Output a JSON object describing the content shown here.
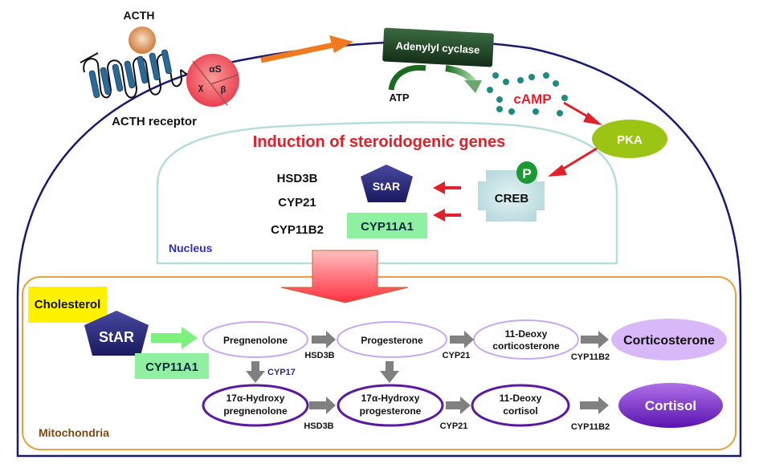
{
  "diagram": {
    "title": "ACTH signaling and adrenal steroidogenesis",
    "cell": {
      "ligand_label": "ACTH",
      "receptor_label": "ACTH receptor",
      "g_protein_subunits": [
        "αS",
        "β",
        "χ"
      ],
      "adenylyl_cyclase_label": "Adenylyl cyclase",
      "atp_label": "ATP",
      "camp_label": "cAMP",
      "pka_label": "PKA",
      "phospho_label": "P",
      "creb_label": "CREB"
    },
    "nucleus": {
      "label": "Nucleus",
      "heading": "Induction of steroidogenic genes",
      "genes": [
        "HSD3B",
        "CYP21",
        "CYP11B2"
      ],
      "star_label": "StAR",
      "cyp11a1_label": "CYP11A1"
    },
    "mitochondria": {
      "label": "Mitochondria",
      "cholesterol_label": "Cholesterol",
      "star_label": "StAR",
      "cyp11a1_label": "CYP11A1",
      "row1": [
        {
          "lines": [
            "Pregnenolone"
          ]
        },
        {
          "lines": [
            "Progesterone"
          ]
        },
        {
          "lines": [
            "11-Deoxy",
            "corticosterone"
          ]
        },
        {
          "lines": [
            "Corticosterone"
          ]
        }
      ],
      "row2": [
        {
          "lines": [
            "17α-Hydroxy",
            "pregnenolone"
          ]
        },
        {
          "lines": [
            "17α-Hydroxy",
            "progesterone"
          ]
        },
        {
          "lines": [
            "11-Deoxy",
            "cortisol"
          ]
        },
        {
          "lines": [
            "Cortisol"
          ]
        }
      ],
      "enzymes_row1": [
        "HSD3B",
        "CYP21",
        "CYP11B2"
      ],
      "enzymes_row2": [
        "HSD3B",
        "CYP21",
        "CYP11B2"
      ],
      "vertical_enzyme": "CYP17"
    },
    "colors": {
      "cell_membrane": "#1a1a6e",
      "nucleus_border": "#b8dcdc",
      "mito_border": "#e8a040",
      "signal_red": "#e0202a",
      "orange_arrow": "#f07a20",
      "adenylyl_green": "#1e4a28",
      "camp_dot": "#1e8a80",
      "pka_green": "#9cc414",
      "star_navy": "#2a2a78",
      "cyp11a1_bg": "#8ef0a0",
      "cholesterol_bg": "#fff200",
      "pathway_arrow": "#808080",
      "light_purple": "#c8a8f0",
      "dark_purple": "#5a1aa0",
      "nucleus_label": "#3030c0",
      "mito_label": "#7a4a10"
    }
  }
}
